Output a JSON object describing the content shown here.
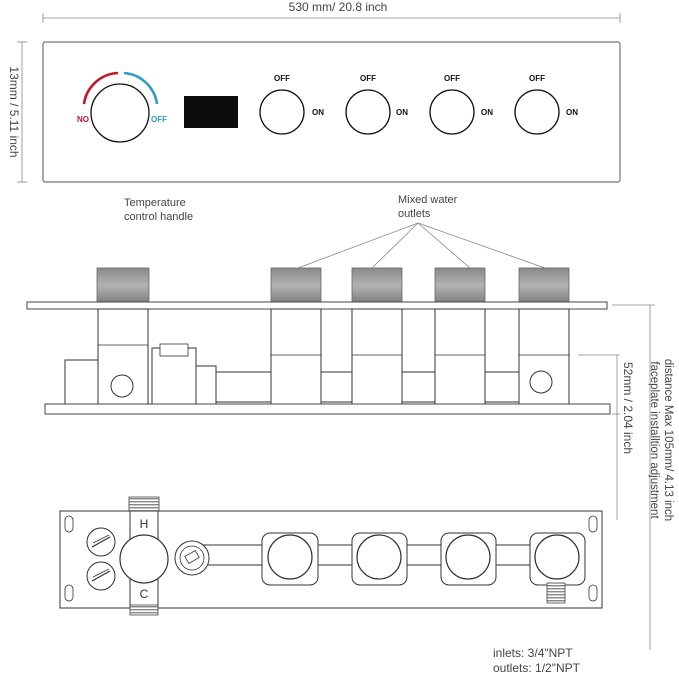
{
  "dimensions": {
    "width": "530 mm/ 20.8 inch",
    "height": "13mm / 5.11 inch",
    "depth": "52mm / 2.04 inch",
    "adjust_line1": "faceplate installtion adjustment",
    "adjust_line2": "distance Max 105mm/ 4.13 inch"
  },
  "thermostat": {
    "left_label": "NO",
    "right_label": "OFF",
    "left_color": "#c0182a",
    "right_color": "#2d9cc9"
  },
  "valves": [
    {
      "top": "OFF",
      "side": "ON"
    },
    {
      "top": "OFF",
      "side": "ON"
    },
    {
      "top": "OFF",
      "side": "ON"
    },
    {
      "top": "OFF",
      "side": "ON"
    }
  ],
  "callouts": {
    "temp_line1": "Temperature",
    "temp_line2": "control handle",
    "mixed_line1": "Mixed water",
    "mixed_line2": "outlets"
  },
  "back_marks": {
    "hot": "H",
    "cold": "C"
  },
  "notes": {
    "inlets": "inlets: 3/4\"NPT",
    "outlets": "outlets: 1/2\"NPT"
  }
}
